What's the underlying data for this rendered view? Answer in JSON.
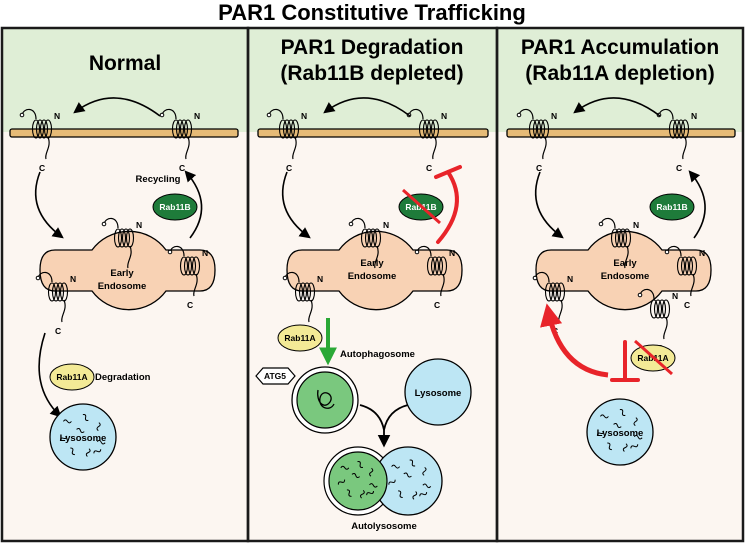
{
  "figure_title": "PAR1 Constitutive Trafficking",
  "panels": [
    {
      "title_line1": "Normal",
      "title_line2": "",
      "early_endosome": [
        "Early",
        "Endosome"
      ],
      "recycling": "Recycling",
      "rab11b": "Rab11B",
      "rab11a": "Rab11A",
      "degradation": "Degradation",
      "lysosome": "Lysosome"
    },
    {
      "title_line1": "PAR1 Degradation",
      "title_line2": "(Rab11B depleted)",
      "early_endosome": [
        "Early",
        "Endosome"
      ],
      "rab11b": "Rab11B",
      "rab11a": "Rab11A",
      "autophagosome": "Autophagosome",
      "atg5": "ATG5",
      "lysosome": "Lysosome",
      "autolysosome": "Autolysosome"
    },
    {
      "title_line1": "PAR1 Accumulation",
      "title_line2": "(Rab11A depletion)",
      "early_endosome": [
        "Early",
        "Endosome"
      ],
      "rab11b": "Rab11B",
      "rab11a": "Rab11A",
      "lysosome": "Lysosome"
    }
  ],
  "receptor_labels": {
    "n_terminus": "N",
    "c_terminus": "C"
  },
  "colors": {
    "panel_border": "#1a1a1a",
    "extracellular": "#dfeed6",
    "cytoplasm": "#fcf6f1",
    "membrane": "#e6bb77",
    "endosome": "#f8d2b4",
    "rab_green": "#1e7b3a",
    "rab_yellow": "#f3ea96",
    "lysosome": "#bde6f4",
    "autophagosome": "#7ac87e",
    "inhibition_red": "#e8242a",
    "promotion_green": "#2aa836"
  }
}
